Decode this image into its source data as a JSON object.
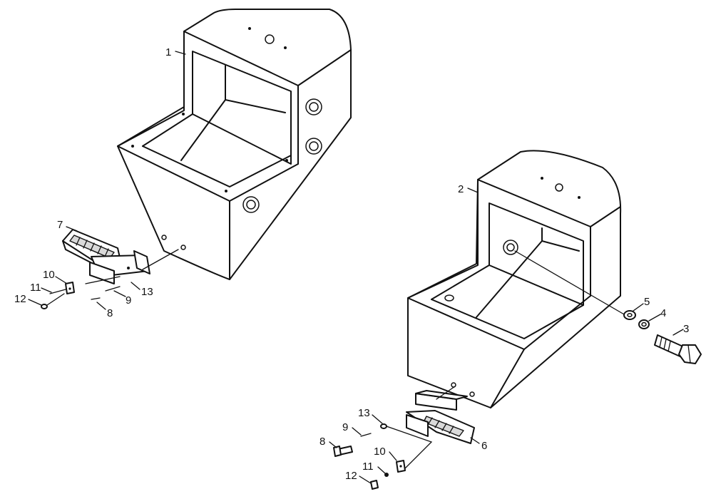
{
  "callouts": {
    "c1": "1",
    "c2": "2",
    "c3": "3",
    "c4": "4",
    "c5": "5",
    "c6": "6",
    "c7": "7",
    "c8_left": "8",
    "c8_right": "8",
    "c9_left": "9",
    "c9_right": "9",
    "c10_left": "10",
    "c10_right": "10",
    "c11_left": "11",
    "c11_right": "11",
    "c12_left": "12",
    "c12_right": "12",
    "c13_left": "13",
    "c13_right": "13"
  }
}
